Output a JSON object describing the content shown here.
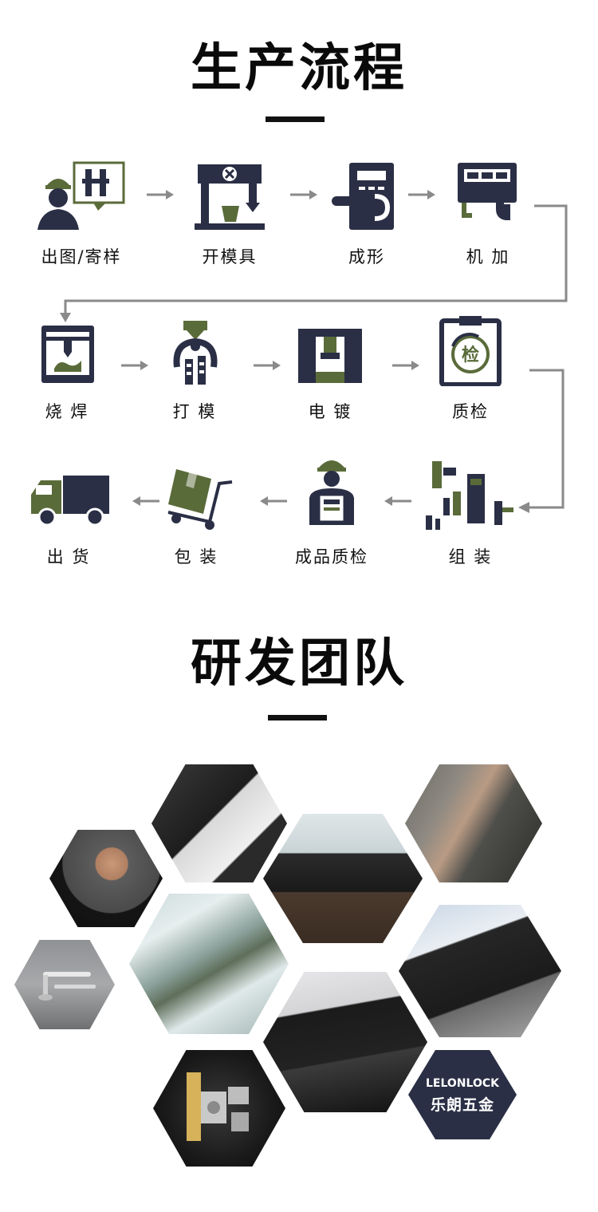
{
  "production": {
    "title": "生产流程",
    "steps": [
      {
        "label": "出图/寄样",
        "icon": "designer-drawing-icon"
      },
      {
        "label": "开模具",
        "icon": "drill-press-icon"
      },
      {
        "label": "成形",
        "icon": "forming-machine-icon"
      },
      {
        "label": "机 加",
        "icon": "machining-icon"
      },
      {
        "label": "烧 焊",
        "icon": "welding-printer-icon"
      },
      {
        "label": "打 模",
        "icon": "die-casting-icon"
      },
      {
        "label": "电 镀",
        "icon": "electroplating-icon"
      },
      {
        "label": "质检",
        "icon": "inspection-icon"
      },
      {
        "label": "组 装",
        "icon": "assembly-icon"
      },
      {
        "label": "成品质检",
        "icon": "final-inspection-icon"
      },
      {
        "label": "包 装",
        "icon": "packaging-cart-icon"
      },
      {
        "label": "出 货",
        "icon": "delivery-truck-icon"
      }
    ],
    "inspect_badge": "检"
  },
  "team": {
    "title": "研发团队",
    "logo_en": "LELONLOCK",
    "logo_cn": "乐朗五金"
  },
  "colors": {
    "navy": "#2a2f45",
    "olive": "#5a6b3a",
    "arrow": "#8a8a8a"
  }
}
